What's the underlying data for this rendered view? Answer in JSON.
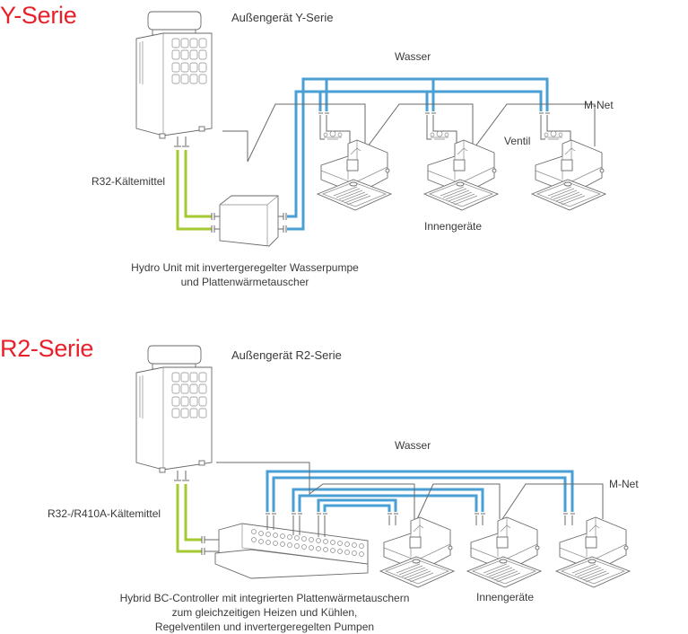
{
  "diagram_y": {
    "title": "Y-Serie",
    "outdoor_label": "Außengerät Y-Serie",
    "water_label": "Wasser",
    "mnet_label": "M-Net",
    "valve_label": "Ventil",
    "refrigerant_label": "R32-Kältemittel",
    "indoor_label": "Innengeräte",
    "hydro_label_line1": "Hydro Unit mit invertergeregelter Wasserpumpe",
    "hydro_label_line2": "und Plattenwärmetauscher"
  },
  "diagram_r2": {
    "title": "R2-Serie",
    "outdoor_label": "Außengerät R2-Serie",
    "water_label": "Wasser",
    "mnet_label": "M-Net",
    "refrigerant_label": "R32-/R410A-Kältemittel",
    "indoor_label": "Innengeräte",
    "bc_label_line1": "Hybrid BC-Controller mit integrierten Plattenwärmetauschern",
    "bc_label_line2": "zum gleichzeitigen Heizen und Kühlen,",
    "bc_label_line3": "Regelventilen und invertergeregelten Pumpen"
  },
  "colors": {
    "title_red": "#e8202a",
    "water_pipe_blue": "#4a9fd4",
    "refrigerant_pipe_green": "#a5c932",
    "signal_line_gray": "#6a6a6a"
  }
}
